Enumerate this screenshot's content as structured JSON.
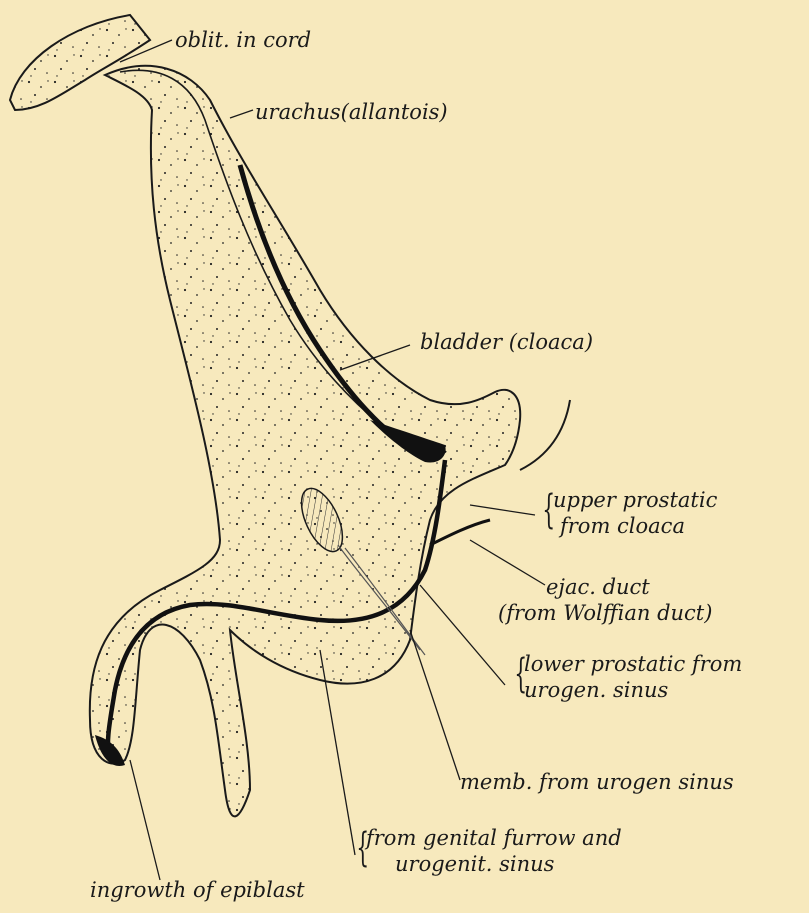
{
  "labels": {
    "oblit": "oblit. in cord",
    "urachus": "urachus(allantois)",
    "bladder": "bladder (cloaca)",
    "upper_prostatic_1": "upper prostatic",
    "upper_prostatic_2": "from cloaca",
    "ejac_1": "ejac. duct",
    "ejac_2": "(from Wolffian duct)",
    "lower_prostatic_1": "lower prostatic from",
    "lower_prostatic_2": "urogen. sinus",
    "memb": "memb. from urogen sinus",
    "furrow_1": "from genital furrow and",
    "furrow_2": "urogenit. sinus",
    "ingrowth": "ingrowth of epiblast"
  },
  "colors": {
    "background": "#f7e9bd",
    "ink": "#1a1a1a"
  }
}
